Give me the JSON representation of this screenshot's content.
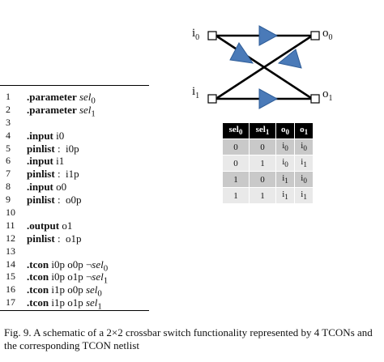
{
  "figure": {
    "nodes": {
      "i0": {
        "base": "i",
        "sub": "0"
      },
      "i1": {
        "base": "i",
        "sub": "1"
      },
      "o0": {
        "base": "o",
        "sub": "0"
      },
      "o1": {
        "base": "o",
        "sub": "1"
      }
    },
    "colors": {
      "buffer_fill": "#4a7ab8",
      "buffer_stroke": "#2f5d98",
      "wire": "#000000",
      "header_bg": "#000000",
      "row_even": "#c9c9c9",
      "row_odd": "#e9e9e9"
    }
  },
  "truth_table": {
    "headers": [
      {
        "base": "sel",
        "sub": "0"
      },
      {
        "base": "sel",
        "sub": "1"
      },
      {
        "base": "o",
        "sub": "0"
      },
      {
        "base": "o",
        "sub": "1"
      }
    ],
    "rows": [
      [
        {
          "base": "0",
          "sub": ""
        },
        {
          "base": "0",
          "sub": ""
        },
        {
          "base": "i",
          "sub": "0"
        },
        {
          "base": "i",
          "sub": "0"
        }
      ],
      [
        {
          "base": "0",
          "sub": ""
        },
        {
          "base": "1",
          "sub": ""
        },
        {
          "base": "i",
          "sub": "0"
        },
        {
          "base": "i",
          "sub": "1"
        }
      ],
      [
        {
          "base": "1",
          "sub": ""
        },
        {
          "base": "0",
          "sub": ""
        },
        {
          "base": "i",
          "sub": "1"
        },
        {
          "base": "i",
          "sub": "0"
        }
      ],
      [
        {
          "base": "1",
          "sub": ""
        },
        {
          "base": "1",
          "sub": ""
        },
        {
          "base": "i",
          "sub": "1"
        },
        {
          "base": "i",
          "sub": "1"
        }
      ]
    ]
  },
  "netlist": [
    {
      "n": "1",
      "parts": [
        {
          "t": ".parameter",
          "s": "kw"
        },
        {
          "t": " "
        },
        {
          "t": "sel",
          "s": "it"
        },
        {
          "t": "0",
          "s": "sub"
        }
      ]
    },
    {
      "n": "2",
      "parts": [
        {
          "t": ".parameter",
          "s": "kw"
        },
        {
          "t": " "
        },
        {
          "t": "sel",
          "s": "it"
        },
        {
          "t": "1",
          "s": "sub"
        }
      ]
    },
    {
      "n": "3",
      "parts": []
    },
    {
      "n": "4",
      "parts": [
        {
          "t": ".input",
          "s": "kw"
        },
        {
          "t": " i0"
        }
      ]
    },
    {
      "n": "5",
      "parts": [
        {
          "t": "pinlist",
          "s": "kw"
        },
        {
          "t": " :  i0p"
        }
      ]
    },
    {
      "n": "6",
      "parts": [
        {
          "t": ".input",
          "s": "kw"
        },
        {
          "t": " i1"
        }
      ]
    },
    {
      "n": "7",
      "parts": [
        {
          "t": "pinlist",
          "s": "kw"
        },
        {
          "t": " :  i1p"
        }
      ]
    },
    {
      "n": "8",
      "parts": [
        {
          "t": ".input",
          "s": "kw"
        },
        {
          "t": " o0"
        }
      ]
    },
    {
      "n": "9",
      "parts": [
        {
          "t": "pinlist",
          "s": "kw"
        },
        {
          "t": " :  o0p"
        }
      ]
    },
    {
      "n": "10",
      "parts": []
    },
    {
      "n": "11",
      "parts": [
        {
          "t": ".output",
          "s": "kw"
        },
        {
          "t": " o1"
        }
      ]
    },
    {
      "n": "12",
      "parts": [
        {
          "t": "pinlist",
          "s": "kw"
        },
        {
          "t": " :  o1p"
        }
      ]
    },
    {
      "n": "13",
      "parts": []
    },
    {
      "n": "14",
      "parts": [
        {
          "t": ".tcon",
          "s": "kw"
        },
        {
          "t": " i0p o0p ¬"
        },
        {
          "t": "sel",
          "s": "it"
        },
        {
          "t": "0",
          "s": "sub"
        }
      ]
    },
    {
      "n": "15",
      "parts": [
        {
          "t": ".tcon",
          "s": "kw"
        },
        {
          "t": " i0p o1p ¬"
        },
        {
          "t": "sel",
          "s": "it"
        },
        {
          "t": "1",
          "s": "sub"
        }
      ]
    },
    {
      "n": "16",
      "parts": [
        {
          "t": ".tcon",
          "s": "kw"
        },
        {
          "t": " i1p o0p "
        },
        {
          "t": "sel",
          "s": "it"
        },
        {
          "t": "0",
          "s": "sub"
        }
      ]
    },
    {
      "n": "17",
      "parts": [
        {
          "t": ".tcon",
          "s": "kw"
        },
        {
          "t": " i1p o1p "
        },
        {
          "t": "sel",
          "s": "it"
        },
        {
          "t": "1",
          "s": "sub"
        }
      ]
    }
  ],
  "caption": "Fig. 9.   A schematic of a 2×2 crossbar switch functionality represented by 4 TCONs and the corresponding TCON netlist"
}
